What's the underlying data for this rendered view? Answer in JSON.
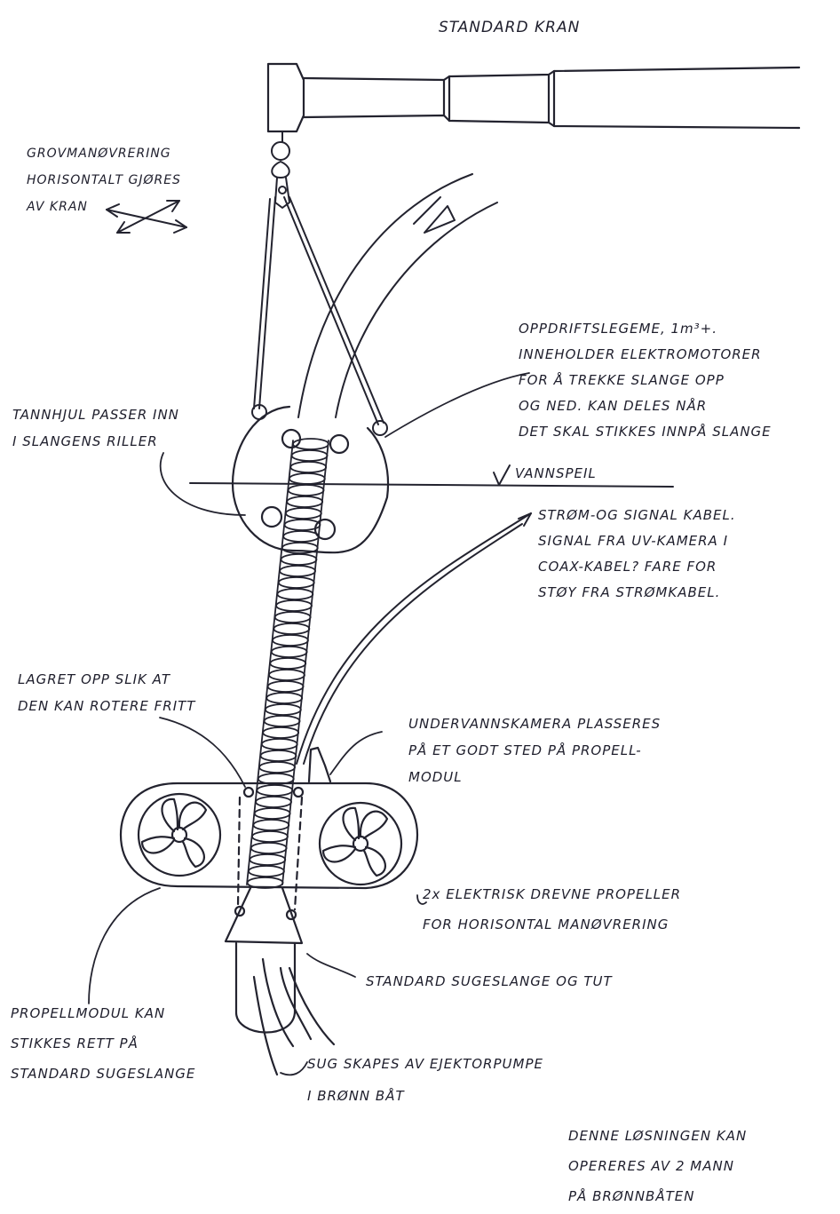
{
  "labels": {
    "crane_title": "STANDARD KRAN",
    "coarse_maneuver": "GROVMANØVRERING\nHORISONTALT GJØRES\nAV KRAN",
    "buoyancy_body": "OPPDRIFTSLEGEME, 1m³+.\nINNEHOLDER ELEKTROMOTORER\nFOR Å TREKKE SLANGE OPP\nOG NED. KAN DELES NÅR\nDET SKAL STIKKES INNPÅ SLANGE",
    "gears": "TANNHJUL PASSER INN\nI SLANGENS RILLER",
    "water_surface": "VANNSPEIL",
    "cable": "STRØM-OG SIGNAL KABEL.\nSIGNAL FRA UV-KAMERA I\nCOAX-KABEL? FARE FOR\nSTØY FRA STRØMKABEL.",
    "bearing": "LAGRET OPP SLIK AT\nDEN KAN ROTERE FRITT",
    "camera": "UNDERVANNSKAMERA PLASSERES\nPÅ ET GODT STED PÅ PROPELL-\nMODUL",
    "propellers": "2x ELEKTRISK DREVNE PROPELLER\nFOR HORISONTAL MANØVRERING",
    "suction_hose": "STANDARD SUGESLANGE OG TUT",
    "propeller_module": "PROPELLMODUL KAN\nSTIKKES RETT PÅ\nSTANDARD SUGESLANGE",
    "ejector": "SUG SKAPES AV EJEKTORPUMPE\nI BRØNN BÅT",
    "two_men": "DENNE LØSNINGEN KAN\nOPERERES AV 2 MANN\nPÅ BRØNNBÅTEN"
  },
  "ink_color": "#23232f"
}
